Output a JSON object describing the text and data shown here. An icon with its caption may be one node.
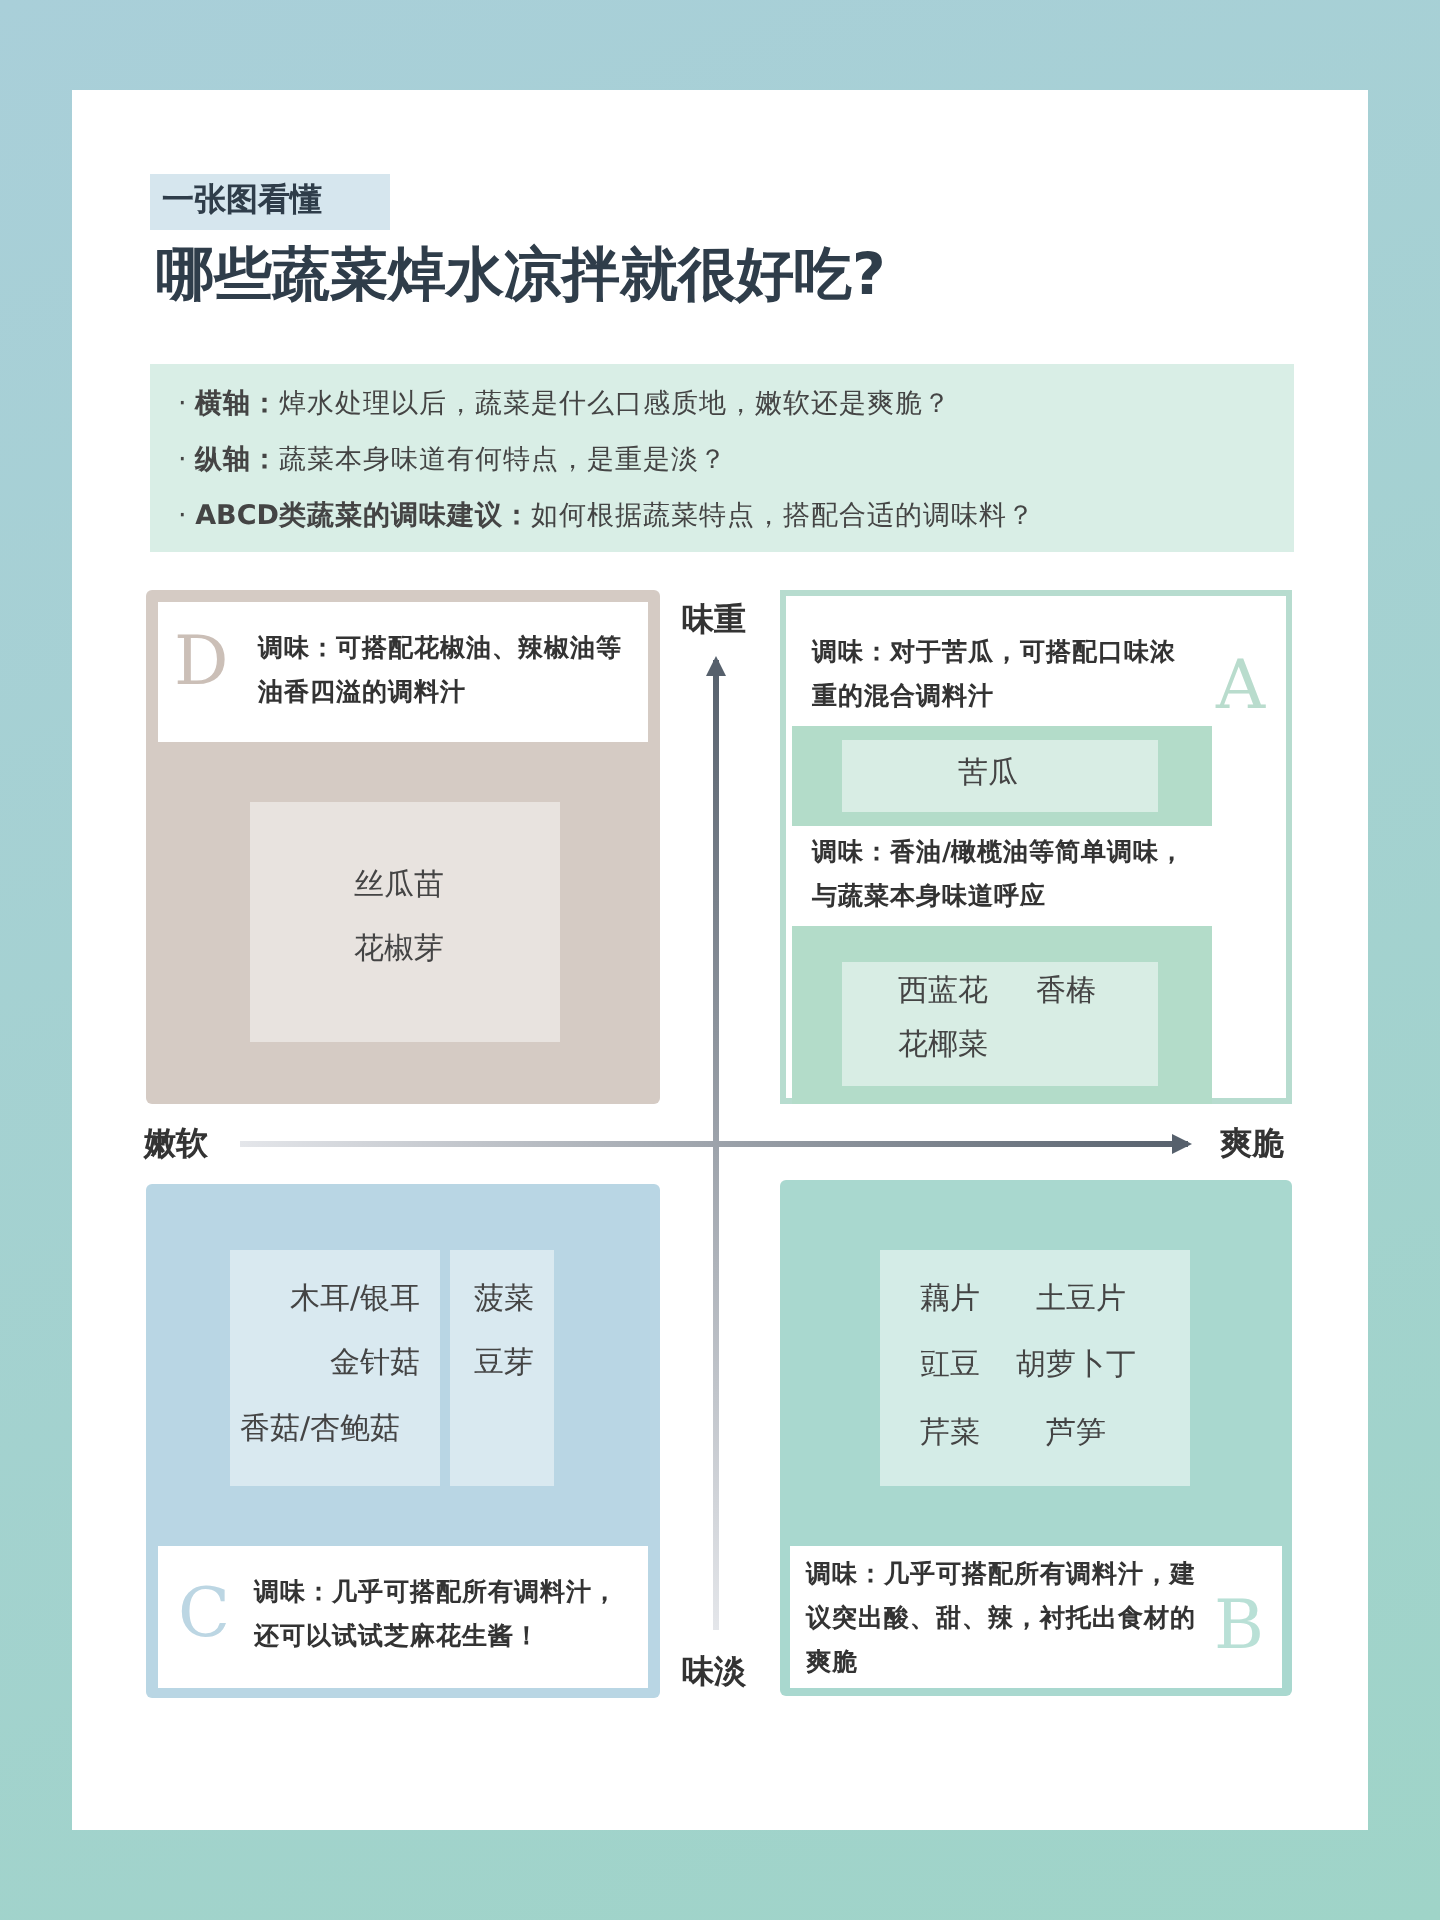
{
  "diagram": {
    "title": "哪些蔬菜焯水凉拌就很好吃?",
    "nodes": [
      {
        "text": [
          "一张图看懂"
        ]
      },
      {
        "text": [
          "· **横轴：**焯水处理以后，蔬菜是什么口感质地，嫩软还是爽脆？",
          "· **纵轴：**蔬菜本身味道有何特点，是重是淡？",
          "· **ABCD类蔬菜的调味建议：**如何根据蔬菜特点，搭配合适的调味料？"
        ]
      },
      {
        "text": [],
        "shape": "box"
      },
      {
        "text": [
          "D",
          "调味：可搭配花椒油、辣椒油等油香四溢的调料汁"
        ],
        "in": 2
      },
      {
        "text": [
          "丝瓜苗",
          "花椒芽"
        ],
        "in": 2
      },
      {
        "text": [
          "A"
        ]
      },
      {
        "text": [
          "调味：对于苦瓜，可搭配口味浓重的混合调料汁"
        ],
        "in": 5
      },
      {
        "text": [],
        "shape": "band",
        "in": 5
      },
      {
        "text": [
          "苦瓜"
        ],
        "in": 7
      },
      {
        "text": [
          "调味：香油/橄榄油等简单调味，与蔬菜本身味道呼应"
        ],
        "in": 5
      },
      {
        "text": [],
        "shape": "band",
        "in": 5
      },
      {
        "text": [
          "西蓝花",
          "香椿",
          "花椰菜"
        ],
        "in": 10
      },
      {
        "text": [],
        "shape": "box"
      },
      {
        "text": [
          "木耳/银耳",
          "金针菇",
          "香菇/杏鲍菇"
        ],
        "in": 12
      },
      {
        "text": [
          "菠菜",
          "豆芽"
        ],
        "in": 12
      },
      {
        "text": [
          "C",
          "调味：几乎可搭配所有调料汁，还可以试试芝麻花生酱！"
        ],
        "in": 12
      },
      {
        "text": [],
        "shape": "box"
      },
      {
        "text": [
          "藕片",
          "土豆片",
          "豇豆",
          "胡萝卜丁",
          "芹菜",
          "芦笋"
        ],
        "in": 16
      },
      {
        "text": [
          "调味：几乎可搭配所有调料汁，建议突出酸、甜、辣，衬托出食材的爽脆",
          "B"
        ],
        "in": 16
      }
    ],
    "edges": [],
    "labels": [
      "味重",
      "嫩软",
      "爽脆",
      "味淡"
    ]
  }
}
